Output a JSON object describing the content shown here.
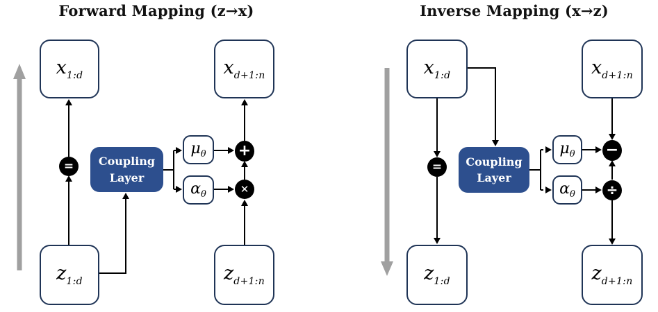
{
  "left": {
    "title": "Forward Mapping (z→x)",
    "x_split_label": {
      "base": "x",
      "sub": "1:d"
    },
    "x_rest_label": {
      "base": "x",
      "sub": "d+1:n"
    },
    "z_split_label": {
      "base": "z",
      "sub": "1:d"
    },
    "z_rest_label": {
      "base": "z",
      "sub": "d+1:n"
    },
    "coupling_layer": {
      "line1": "Coupling",
      "line2": "Layer"
    },
    "mu_label": {
      "base": "μ",
      "sub": "θ"
    },
    "alpha_label": {
      "base": "α",
      "sub": "θ"
    },
    "op_identity": "=",
    "op_add": "+",
    "op_multiply": "✕"
  },
  "right": {
    "title": "Inverse Mapping (x→z)",
    "x_split_label": {
      "base": "x",
      "sub": "1:d"
    },
    "x_rest_label": {
      "base": "x",
      "sub": "d+1:n"
    },
    "z_split_label": {
      "base": "z",
      "sub": "1:d"
    },
    "z_rest_label": {
      "base": "z",
      "sub": "d+1:n"
    },
    "coupling_layer": {
      "line1": "Coupling",
      "line2": "Layer"
    },
    "mu_label": {
      "base": "μ",
      "sub": "θ"
    },
    "alpha_label": {
      "base": "α",
      "sub": "θ"
    },
    "op_identity": "=",
    "op_subtract": "−",
    "op_divide": "÷"
  },
  "colors": {
    "coupling_fill": "#2d4f8e",
    "box_border": "#1f3456",
    "operator_fill": "#000000",
    "connector": "#000000",
    "flow_arrow_gray": "#a0a0a0",
    "background": "#ffffff"
  }
}
